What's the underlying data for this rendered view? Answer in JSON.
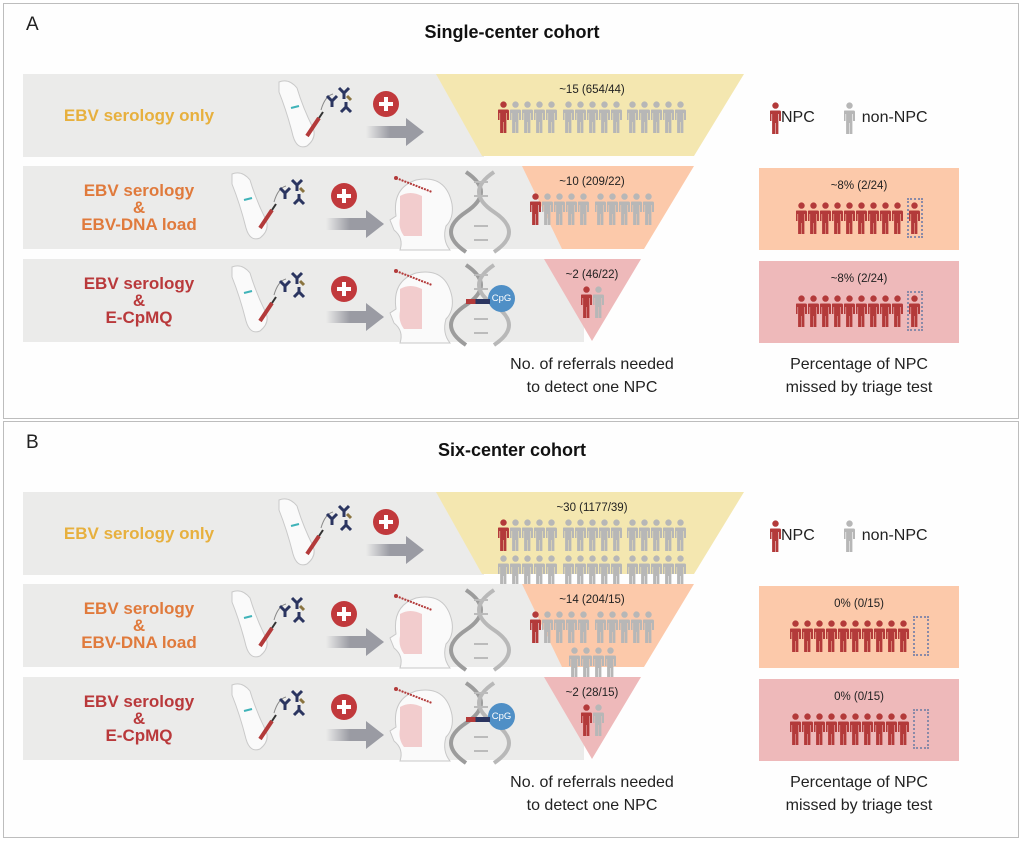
{
  "colors": {
    "npc": "#b33a3a",
    "non_npc": "#b7b7b7",
    "band": "#ebebea",
    "yellow": "#f4e7b0",
    "orange": "#fcc9aa",
    "pink": "#eeb9ba",
    "label_yellow": "#e7b03e",
    "label_orange": "#e07a3c",
    "label_red": "#b9393b"
  },
  "legend": {
    "npc": "NPC",
    "non_npc": "non-NPC"
  },
  "captions": {
    "referrals": [
      "No. of referrals needed",
      "to detect one NPC"
    ],
    "missed": [
      "Percentage of NPC",
      "missed by triage test"
    ]
  },
  "panels": [
    {
      "letter": "A",
      "title": "Single-center cohort",
      "rows": [
        {
          "label": [
            "EBV serology only"
          ],
          "referral_text": "~15 (654/44)",
          "figures": [
            [
              1,
              14
            ]
          ]
        },
        {
          "label": [
            "EBV serology",
            "&",
            "EBV-DNA load"
          ],
          "referral_text": "~10 (209/22)",
          "figures": [
            [
              1,
              9
            ]
          ],
          "missed_text": "~8% (2/24)",
          "detected": 9,
          "missed": 1
        },
        {
          "label": [
            "EBV serology",
            "&",
            "E-CpMQ"
          ],
          "referral_text": "~2 (46/22)",
          "figures": [
            [
              1,
              1
            ]
          ],
          "missed_text": "~8% (2/24)",
          "detected": 9,
          "missed": 1,
          "cpg": "CpG"
        }
      ]
    },
    {
      "letter": "B",
      "title": "Six-center cohort",
      "rows": [
        {
          "label": [
            "EBV serology only"
          ],
          "referral_text": "~30 (1177/39)",
          "figures": [
            [
              1,
              14
            ],
            [
              0,
              15
            ]
          ]
        },
        {
          "label": [
            "EBV serology",
            "&",
            "EBV-DNA load"
          ],
          "referral_text": "~14 (204/15)",
          "figures": [
            [
              1,
              9
            ],
            [
              0,
              4
            ]
          ],
          "missed_text": "0% (0/15)",
          "detected": 10,
          "missed": 0
        },
        {
          "label": [
            "EBV serology",
            "&",
            "E-CpMQ"
          ],
          "referral_text": "~2 (28/15)",
          "figures": [
            [
              1,
              1
            ]
          ],
          "missed_text": "0% (0/15)",
          "detected": 10,
          "missed": 0,
          "cpg": "CpG"
        }
      ]
    }
  ]
}
